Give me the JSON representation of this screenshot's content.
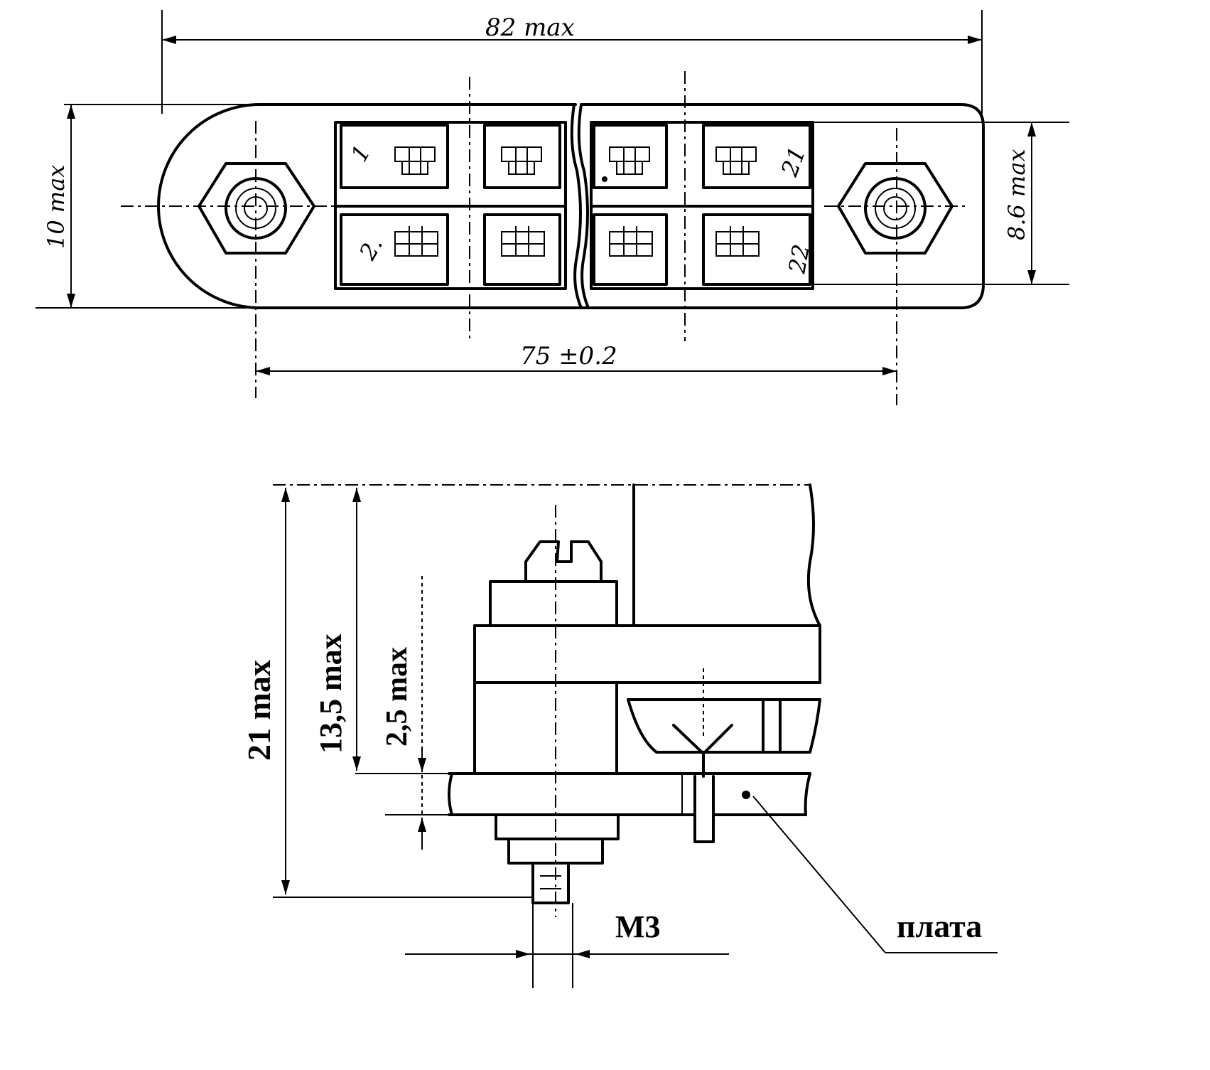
{
  "top_view": {
    "dim_overall": "82 max",
    "dim_height": "10 max",
    "dim_inner_height": "8.6 max",
    "dim_hole_spacing": "75 ±0.2",
    "pin_labels": [
      "1",
      "2.",
      "21",
      "22"
    ]
  },
  "side_view": {
    "dim_total_height": "21 max",
    "dim_body_height": "13,5 max",
    "dim_standoff": "2,5 max",
    "thread_label": "M3",
    "board_label": "плата"
  }
}
